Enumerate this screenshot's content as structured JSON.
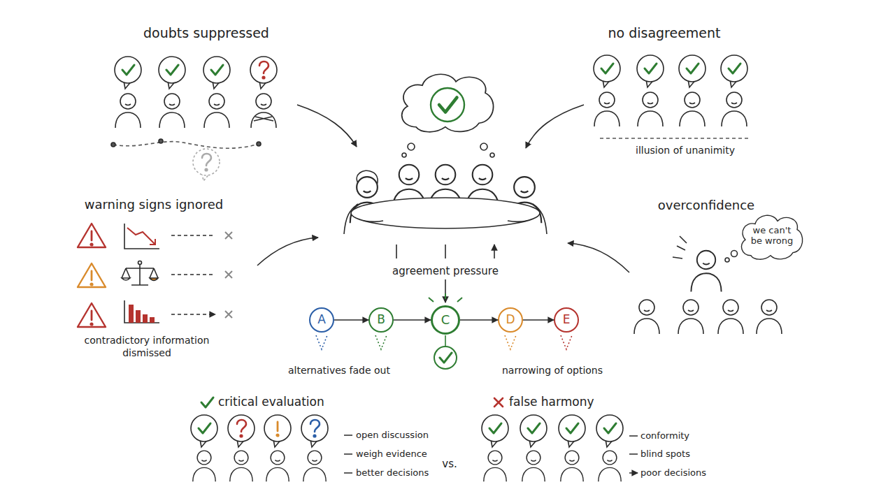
{
  "diagram": {
    "nodes": [
      {
        "text": [
          "we can't be wrong"
        ]
      },
      {
        "text": [
          "A"
        ]
      },
      {
        "text": [
          "B"
        ]
      },
      {
        "text": [
          "C"
        ]
      },
      {
        "text": [
          "D"
        ]
      },
      {
        "text": [
          "E"
        ]
      }
    ],
    "edges": [
      {
        "from": 1,
        "to": 2,
        "arrow": "to"
      },
      {
        "from": 2,
        "to": 3,
        "arrow": "to"
      },
      {
        "from": 3,
        "to": 4,
        "arrow": "to"
      },
      {
        "from": 4,
        "to": 5,
        "arrow": "to"
      }
    ],
    "labels": [
      "doubts suppressed",
      "no disagreement",
      "illusion of unanimity",
      "warning signs ignored",
      "overconfidence",
      "contradictory information dismissed",
      "agreement pressure",
      "alternatives fade out",
      "narrowing of options",
      "critical evaluation",
      "false harmony",
      "open discussion",
      "vs.",
      "conformity",
      "weigh evidence",
      "blind spots",
      "better decisions",
      "poor decisions"
    ]
  }
}
